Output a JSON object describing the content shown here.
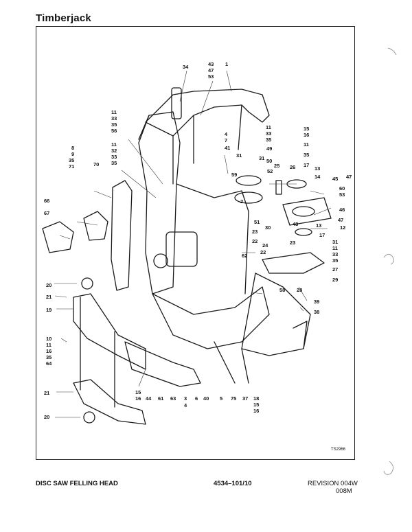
{
  "header": {
    "brand": "Timberjack"
  },
  "figure": {
    "ref_code": "TS2966",
    "callouts": {
      "c34": "34",
      "c43": "43",
      "c47a": "47",
      "c53a": "53",
      "c1": "1",
      "c11a": "11",
      "c33a": "33",
      "c35a": "35",
      "c56": "56",
      "c11b": "11",
      "c32": "32",
      "c33b": "33",
      "c35b": "35",
      "c8": "8",
      "c9": "9",
      "c35c": "35",
      "c71": "71",
      "c70": "70",
      "c4a": "4",
      "c7": "7",
      "c41": "41",
      "c11c": "11",
      "c33c": "33",
      "c35d": "35",
      "c15a": "15",
      "c16a": "16",
      "c11d": "11",
      "c35e": "35",
      "c49": "49",
      "c31a": "31",
      "c31b": "31",
      "c50": "50",
      "c25": "25",
      "c26": "26",
      "c59": "59",
      "c52": "52",
      "c17a": "17",
      "c13a": "13",
      "c14": "14",
      "c45": "45",
      "c47b": "47",
      "c60": "60",
      "c53b": "53",
      "c46": "46",
      "c47c": "47",
      "c12": "12",
      "c66": "66",
      "c67": "67",
      "c2": "2",
      "c51": "51",
      "c23a": "23",
      "c22a": "22",
      "c48": "48",
      "c13b": "13",
      "c30": "30",
      "c17b": "17",
      "c23b": "23",
      "c24": "24",
      "c22b": "22",
      "c31c": "31",
      "c11e": "11",
      "c33d": "33",
      "c35f": "35",
      "c62": "62",
      "c27": "27",
      "c29": "29",
      "c28": "28",
      "c20a": "20",
      "c21a": "21",
      "c19": "19",
      "c58": "58",
      "c39": "39",
      "c38": "38",
      "c10": "10",
      "c11f": "11",
      "c16b": "16",
      "c35g": "35",
      "c64": "64",
      "c15b": "15",
      "c16c": "16",
      "c44": "44",
      "c61": "61",
      "c63": "63",
      "c3": "3",
      "c4b": "4",
      "c6": "6",
      "c40": "40",
      "c5": "5",
      "c75": "75",
      "c37": "37",
      "c18": "18",
      "c15c": "15",
      "c16d": "16",
      "c21b": "21",
      "c20b": "20"
    }
  },
  "footer": {
    "title": "DISC SAW FELLING HEAD",
    "code": "4534–101/10",
    "revision": "REVISION 004W",
    "revision_sub": "008M"
  }
}
